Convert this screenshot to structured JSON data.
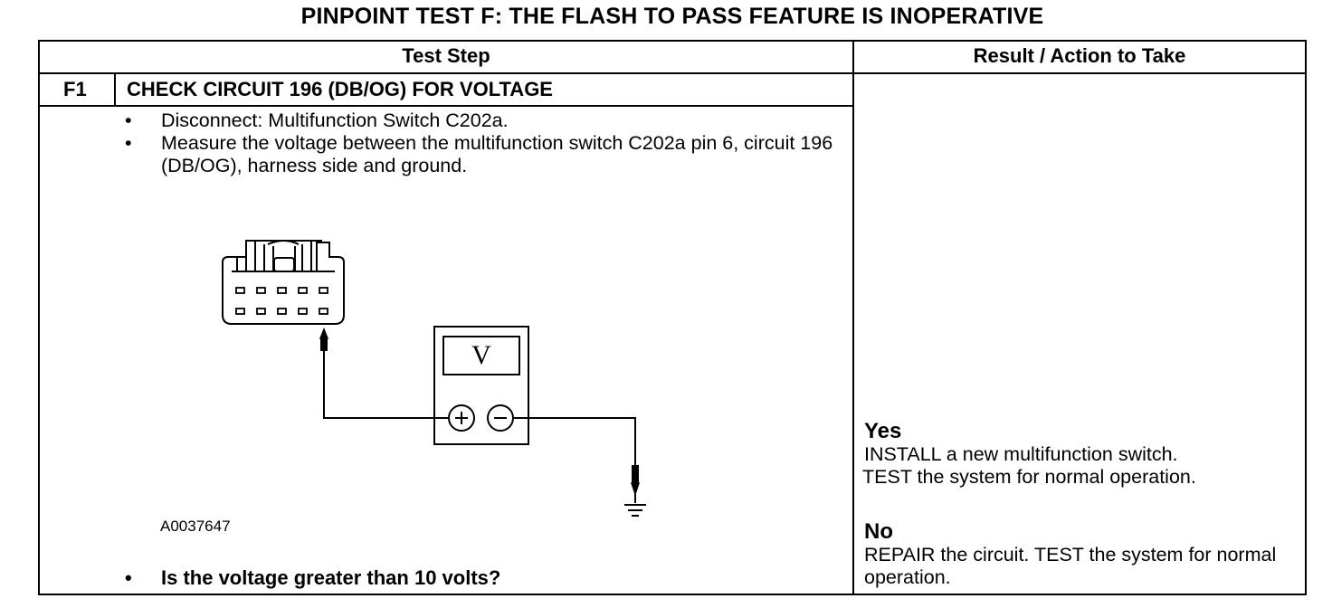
{
  "title": "PINPOINT TEST  F: THE FLASH TO PASS FEATURE IS INOPERATIVE",
  "table": {
    "col_headers": [
      "Test Step",
      "Result / Action to Take"
    ],
    "step": {
      "id": "F1",
      "title": "CHECK CIRCUIT 196 (DB/OG) FOR VOLTAGE",
      "bullets": [
        "Disconnect: Multifunction Switch C202a.",
        "Measure the voltage between the multifunction switch C202a pin 6, circuit 196 (DB/OG), harness side and ground."
      ],
      "figure_id": "A0037647",
      "meter_symbol": "V",
      "question": "Is the voltage greater than 10 volts?"
    },
    "results": [
      {
        "label": "Yes",
        "action_1": "INSTALL a new multifunction switch.",
        "action_2": "TEST the system for normal operation."
      },
      {
        "label": "No",
        "action_1": "REPAIR the circuit. TEST the system for normal operation."
      }
    ]
  },
  "bullet_glyph": "•"
}
